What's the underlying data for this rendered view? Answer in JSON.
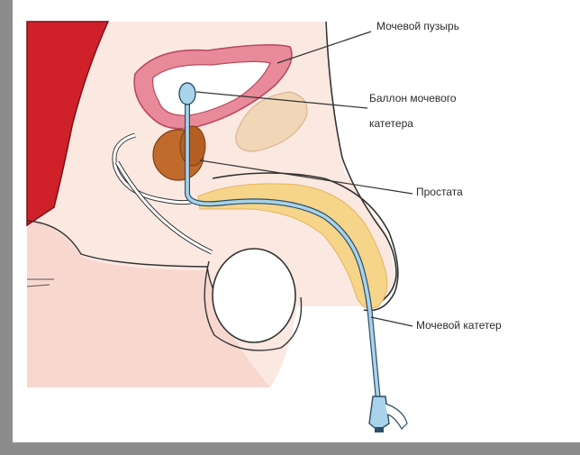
{
  "diagram": {
    "labels": {
      "bladder": "Мочевой пузырь",
      "balloon_line1": "Баллон мочевого",
      "balloon_line2": "катетера",
      "prostate": "Простата",
      "catheter": "Мочевой катетер"
    },
    "colors": {
      "frame": "#8c8c8c",
      "bowel": "#d0202a",
      "skin": "#fbe3dc",
      "bladder_wall": "#e88a9a",
      "prostate": "#c06a2c",
      "urethra_tissue": "#f6d48a",
      "catheter": "#a9d3ea",
      "outline": "#333333"
    }
  }
}
